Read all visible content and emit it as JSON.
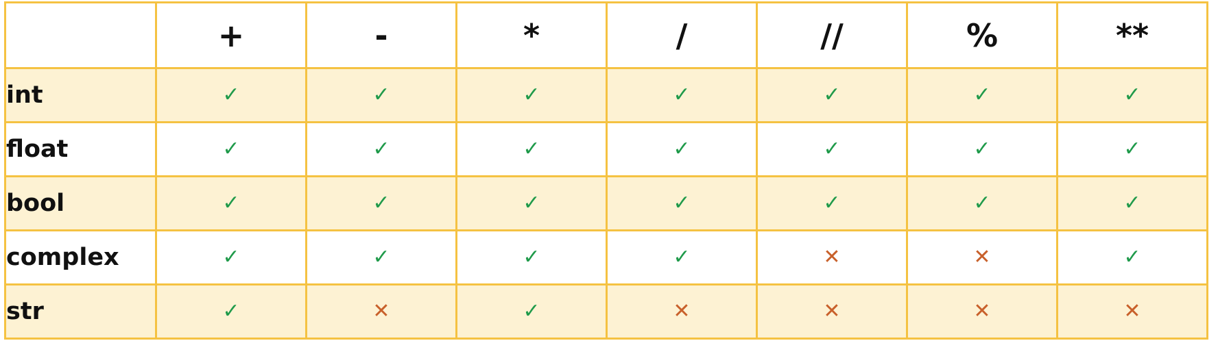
{
  "operators": [
    "+",
    "-",
    "*",
    "/",
    "//",
    "%",
    "**"
  ],
  "rows": [
    {
      "type": "int",
      "marks": [
        "✓",
        "✓",
        "✓",
        "✓",
        "✓",
        "✓",
        "✓"
      ]
    },
    {
      "type": "float",
      "marks": [
        "✓",
        "✓",
        "✓",
        "✓",
        "✓",
        "✓",
        "✓"
      ]
    },
    {
      "type": "bool",
      "marks": [
        "✓",
        "✓",
        "✓",
        "✓",
        "✓",
        "✓",
        "✓"
      ]
    },
    {
      "type": "complex",
      "marks": [
        "✓",
        "✓",
        "✓",
        "✓",
        "✕",
        "✕",
        "✓"
      ]
    },
    {
      "type": "str",
      "marks": [
        "✓",
        "✕",
        "✓",
        "✕",
        "✕",
        "✕",
        "✕"
      ]
    }
  ],
  "colors": {
    "border": "#f5c242",
    "row_shade": "#fdf2d3",
    "check": "#1f9a4a",
    "cross": "#c8602a"
  }
}
